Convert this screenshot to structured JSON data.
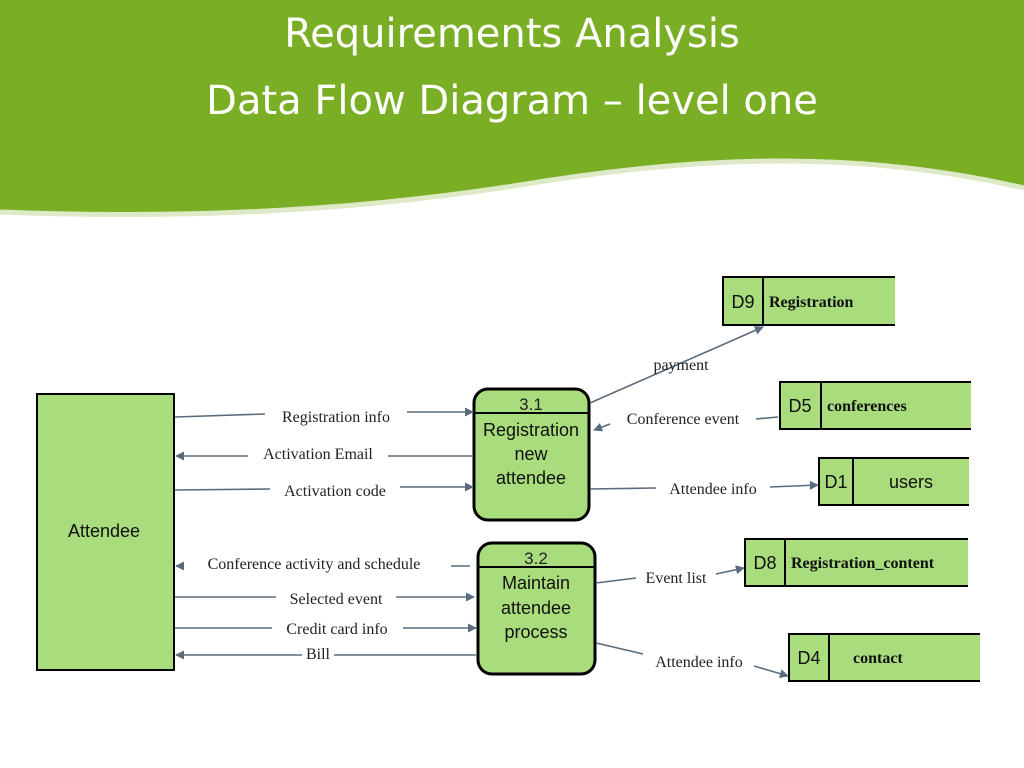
{
  "slide": {
    "title_line1": "Requirements Analysis",
    "title_line2": "Data Flow Diagram – level one",
    "colors": {
      "header": "#7aaf25",
      "shape_fill": "#a8dc7c",
      "arrow": "#5a6b7d"
    }
  },
  "entity": {
    "label": "Attendee"
  },
  "processes": {
    "p1": {
      "number": "3.1",
      "lines": [
        "Registration",
        "new",
        "attendee"
      ]
    },
    "p2": {
      "number": "3.2",
      "lines": [
        "Maintain",
        "attendee",
        "process"
      ]
    }
  },
  "stores": {
    "d9": {
      "id": "D9",
      "name": "Registration"
    },
    "d5": {
      "id": "D5",
      "name": "conferences"
    },
    "d1": {
      "id": "D1",
      "name": "users"
    },
    "d8": {
      "id": "D8",
      "name": "Registration_content"
    },
    "d4": {
      "id": "D4",
      "name": "contact"
    }
  },
  "flows": {
    "registration_info": "Registration info",
    "activation_email": "Activation Email",
    "activation_code": "Activation code",
    "conference_activity": "Conference activity and schedule",
    "selected_event": "Selected event",
    "credit_card_info": "Credit card info",
    "bill": "Bill",
    "payment": "payment",
    "conference_event": "Conference event",
    "attendee_info_1": "Attendee info",
    "event_list": "Event list",
    "attendee_info_2": "Attendee info"
  }
}
